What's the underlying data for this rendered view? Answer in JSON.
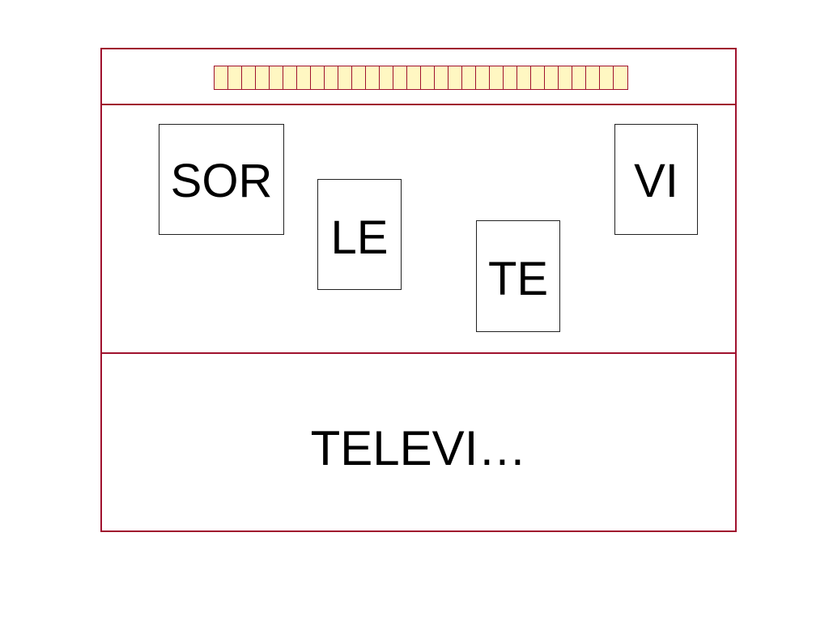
{
  "colors": {
    "frame_border": "#a0122e",
    "cell_fill": "#fff7c2",
    "card_border": "#222222",
    "text": "#000000",
    "background": "#ffffff"
  },
  "word_track": {
    "cell_count": 30
  },
  "syllable_cards": [
    {
      "id": "sor",
      "label": "SOR"
    },
    {
      "id": "le",
      "label": "LE"
    },
    {
      "id": "te",
      "label": "TE"
    },
    {
      "id": "vi",
      "label": "VI"
    }
  ],
  "answer": {
    "text": "TELEVI…"
  }
}
